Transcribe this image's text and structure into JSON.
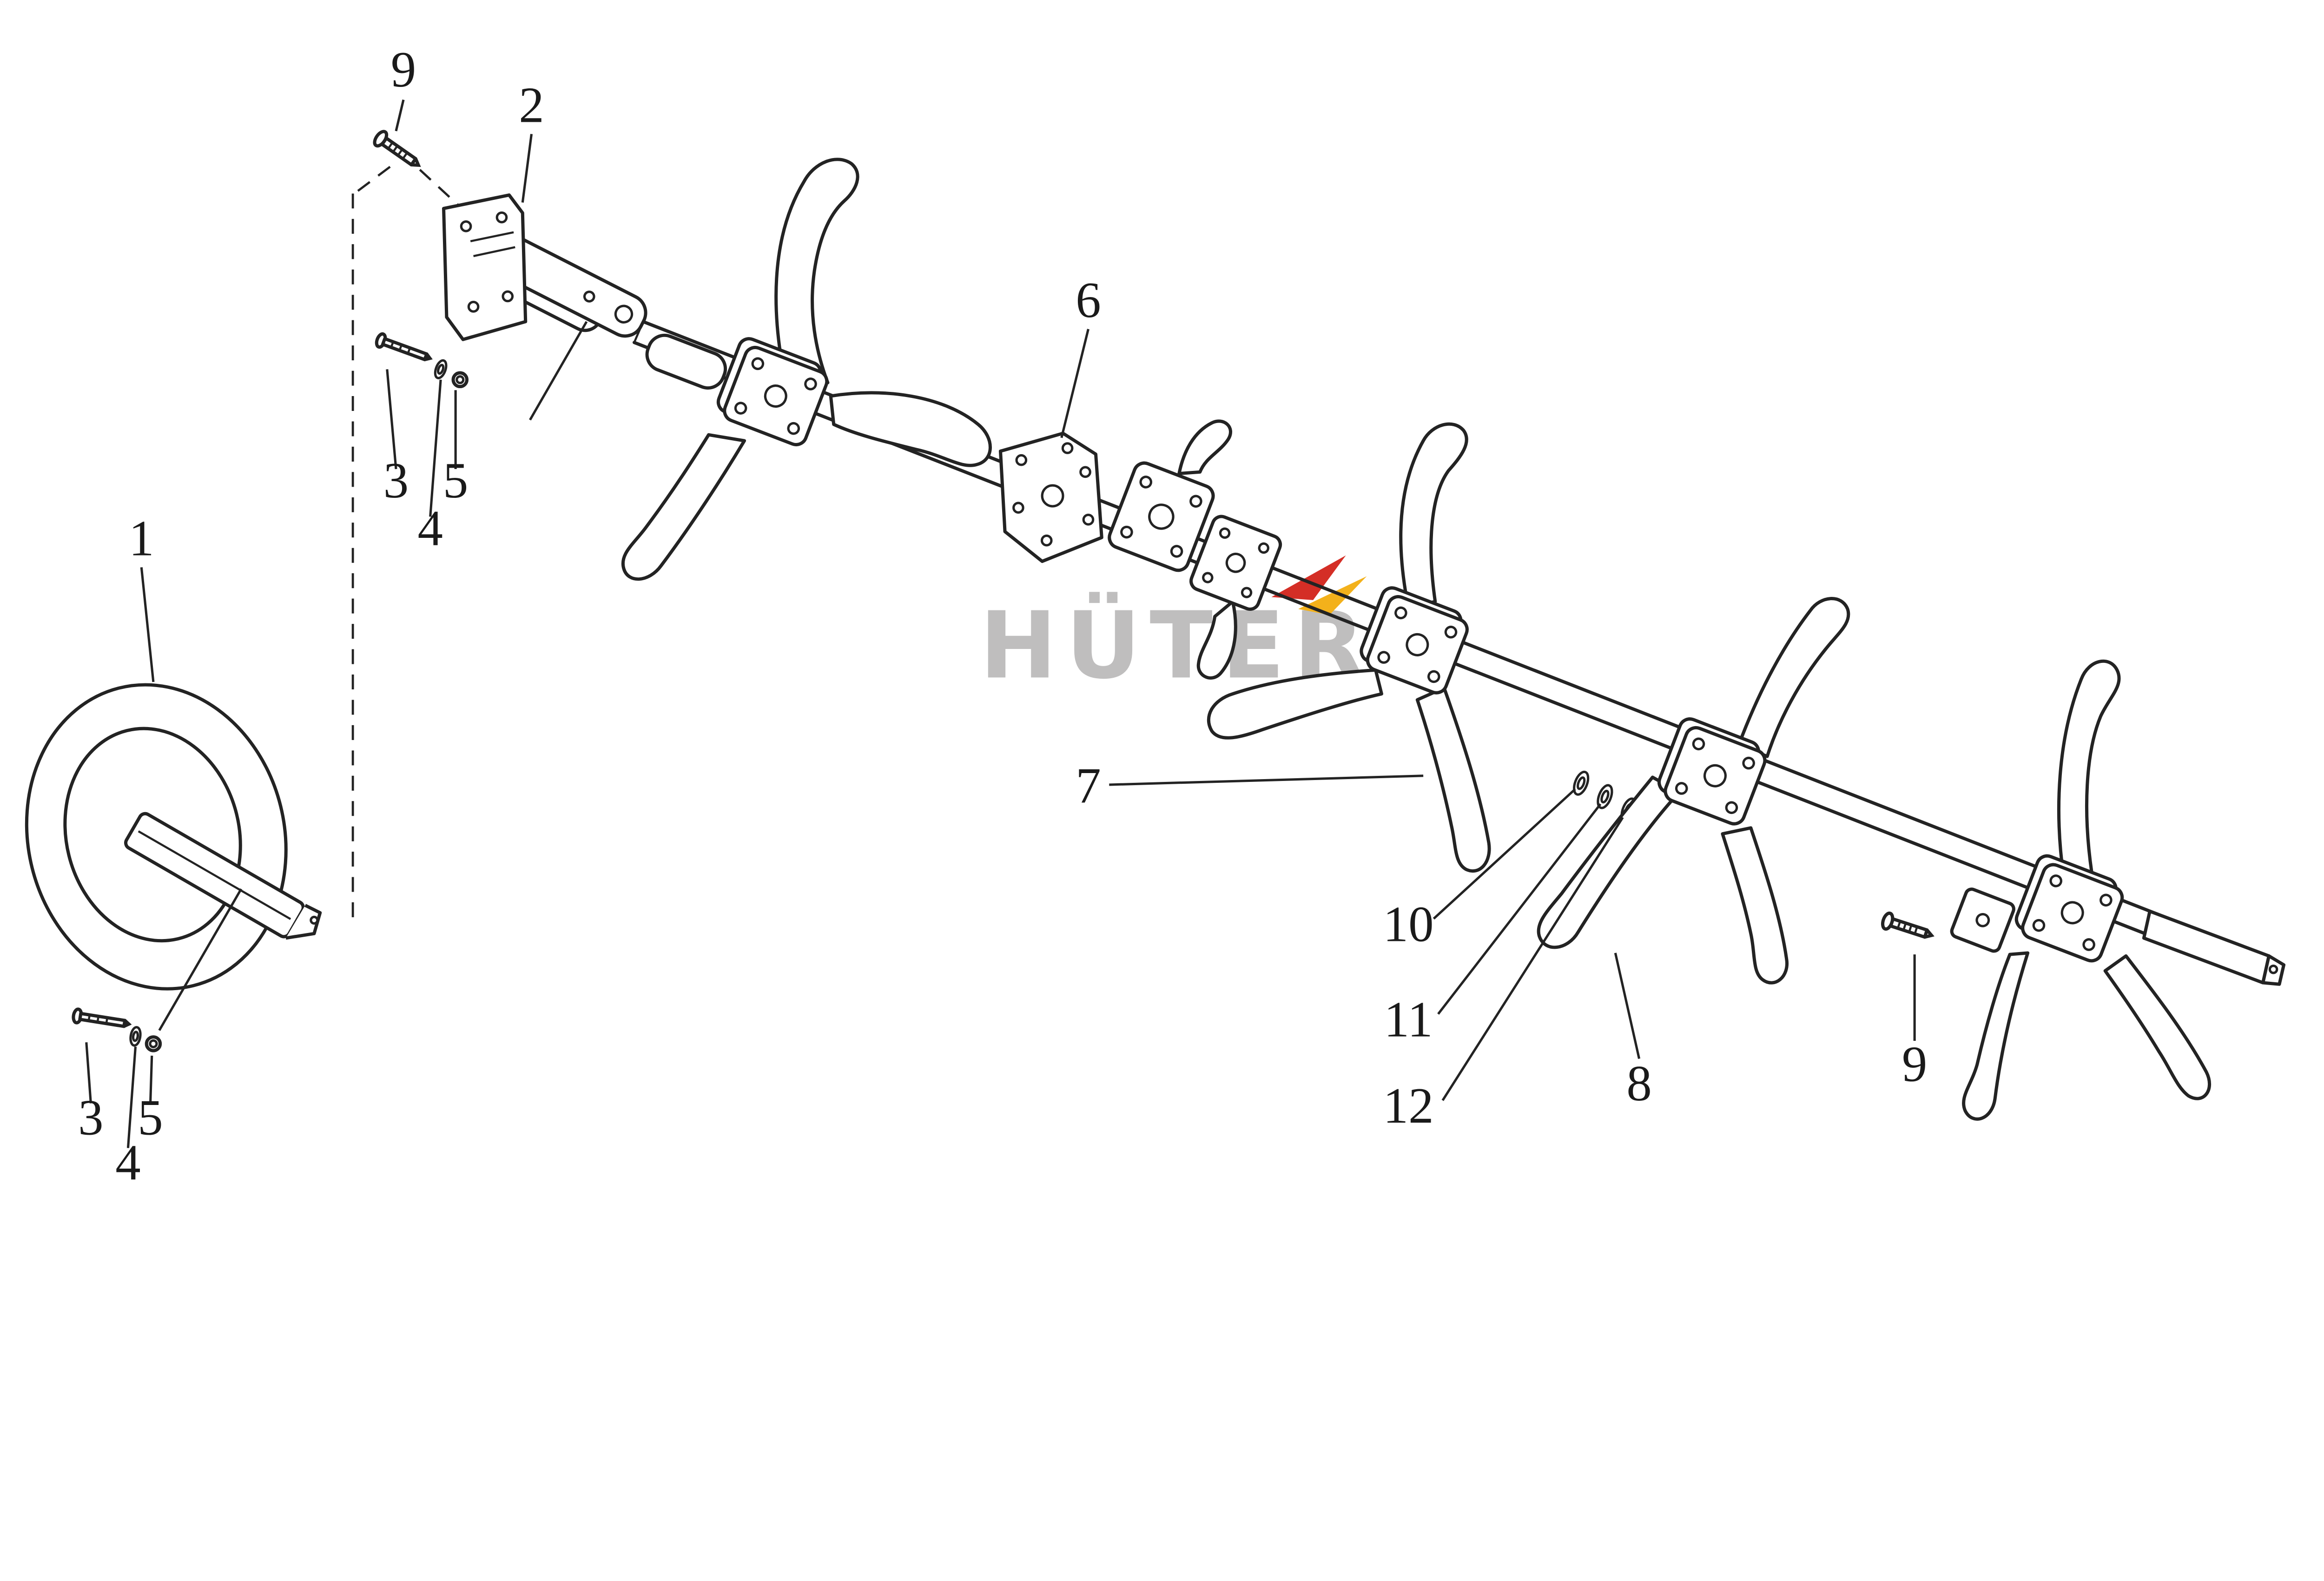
{
  "diagram": {
    "type": "exploded-parts-diagram",
    "background": "#ffffff",
    "line_color": "#232323",
    "watermark": {
      "text": "HÜTER",
      "color": "#bfbebe",
      "spark_red": "#d42e26",
      "spark_yellow": "#f3b11b"
    },
    "callouts": {
      "c9_top": "9",
      "c2": "2",
      "c3_upper": "3",
      "c5_upper": "5",
      "c4_upper": "4",
      "c1": "1",
      "c3_lower": "3",
      "c5_lower": "5",
      "c4_lower": "4",
      "c6": "6",
      "c7": "7",
      "c10": "10",
      "c11": "11",
      "c12": "12",
      "c8": "8",
      "c9_right": "9"
    }
  }
}
